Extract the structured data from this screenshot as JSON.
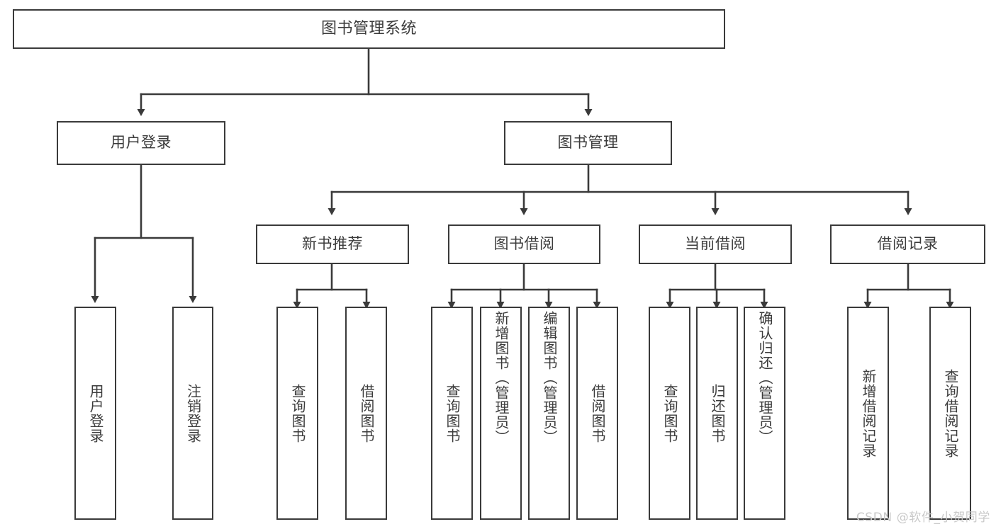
{
  "diagram": {
    "type": "tree-hierarchy",
    "title": "图书管理系统",
    "orientation": "top-down",
    "edge_color": "#3a3a3a",
    "node_border_color": "#3a3a3a",
    "node_fill_color": "#ffffff",
    "background_color": "#ffffff",
    "text_color": "#3b3b3b"
  },
  "nodes": {
    "root": {
      "label": "图书管理系统"
    },
    "level1": [
      {
        "id": "user-login",
        "label": "用户登录"
      },
      {
        "id": "book-manage",
        "label": "图书管理"
      }
    ],
    "level2": [
      {
        "id": "new-book-recommend",
        "label": "新书推荐"
      },
      {
        "id": "book-borrow",
        "label": "图书借阅"
      },
      {
        "id": "current-borrow",
        "label": "当前借阅"
      },
      {
        "id": "borrow-record",
        "label": "借阅记录"
      }
    ],
    "leaves": {
      "user-login": [
        {
          "id": "leaf-user-login",
          "label": "用户登录"
        },
        {
          "id": "leaf-logout-login",
          "label": "注销登录"
        }
      ],
      "new-book-recommend": [
        {
          "id": "leaf-query-book-1",
          "label": "查询图书"
        },
        {
          "id": "leaf-borrow-book-1",
          "label": "借阅图书"
        }
      ],
      "book-borrow": [
        {
          "id": "leaf-query-book-2",
          "label": "查询图书"
        },
        {
          "id": "leaf-add-book",
          "label": "新增图书（管理员）"
        },
        {
          "id": "leaf-edit-book",
          "label": "编辑图书（管理员）"
        },
        {
          "id": "leaf-borrow-book-2",
          "label": "借阅图书"
        }
      ],
      "current-borrow": [
        {
          "id": "leaf-query-book-3",
          "label": "查询图书"
        },
        {
          "id": "leaf-return-book",
          "label": "归还图书"
        },
        {
          "id": "leaf-confirm-return",
          "label": "确认归还（管理员）"
        }
      ],
      "borrow-record": [
        {
          "id": "leaf-add-record",
          "label": "新增借阅记录"
        },
        {
          "id": "leaf-query-record",
          "label": "查询借阅记录"
        }
      ]
    }
  },
  "watermark": {
    "text": "CSDN @软件_小贺同学"
  }
}
